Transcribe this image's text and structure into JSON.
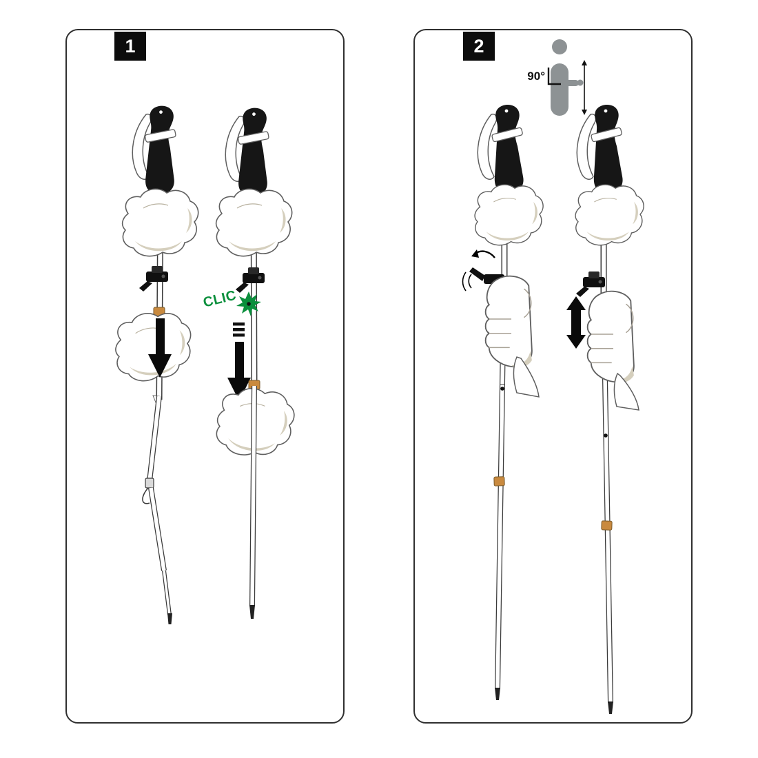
{
  "panel1": {
    "step": "1",
    "clic_label": "CLIC"
  },
  "panel2": {
    "step": "2",
    "angle_label": "90°"
  },
  "colors": {
    "accent_green": "#0a8f3c",
    "band_orange": "#c98a3f",
    "handle_black": "#161616",
    "figure_gray": "#8d9294",
    "glove_shadow": "#d5cfbd"
  }
}
